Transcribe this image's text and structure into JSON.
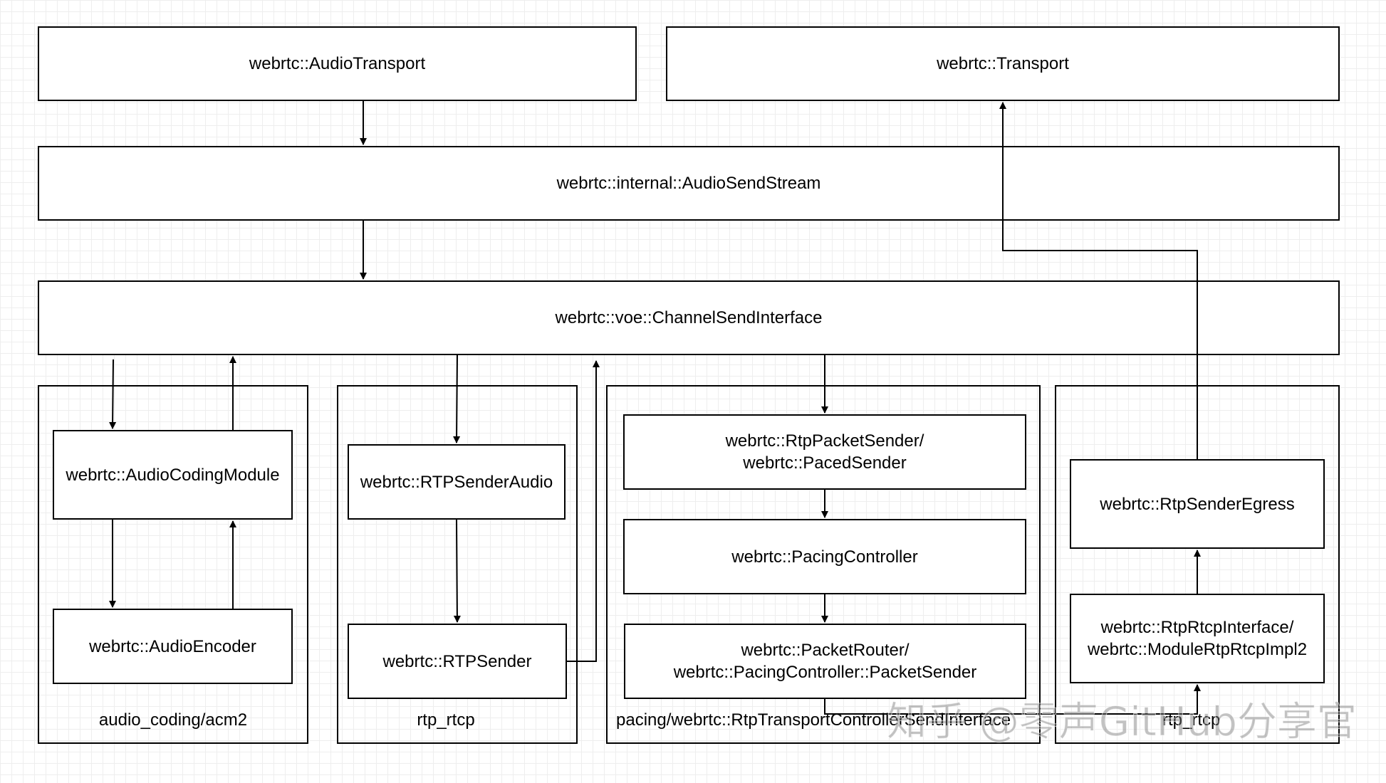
{
  "boxes": {
    "audio_transport": "webrtc::AudioTransport",
    "transport": "webrtc::Transport",
    "audio_send_stream": "webrtc::internal::AudioSendStream",
    "channel_send_interface": "webrtc::voe::ChannelSendInterface",
    "audio_coding_module": "webrtc::AudioCodingModule",
    "audio_encoder": "webrtc::AudioEncoder",
    "rtp_sender_audio": "webrtc::RTPSenderAudio",
    "rtp_sender": "webrtc::RTPSender",
    "rtp_packet_sender": "webrtc::RtpPacketSender/\nwebrtc::PacedSender",
    "pacing_controller": "webrtc::PacingController",
    "packet_router": "webrtc::PacketRouter/\nwebrtc::PacingController::PacketSender",
    "rtp_sender_egress": "webrtc::RtpSenderEgress",
    "rtp_rtcp_interface": "webrtc::RtpRtcpInterface/\nwebrtc::ModuleRtpRtcpImpl2"
  },
  "groups": {
    "acm2": "audio_coding/acm2",
    "rtp_rtcp_left": "rtp_rtcp",
    "pacing": "pacing/webrtc::RtpTransportControllerSendInterface",
    "rtp_rtcp_right": "rtp_rtcp"
  },
  "watermark": "知乎 @零声GitHub分享官",
  "colors": {
    "line": "#000000",
    "grid": "#eeeeee",
    "box_fill": "#ffffff"
  }
}
